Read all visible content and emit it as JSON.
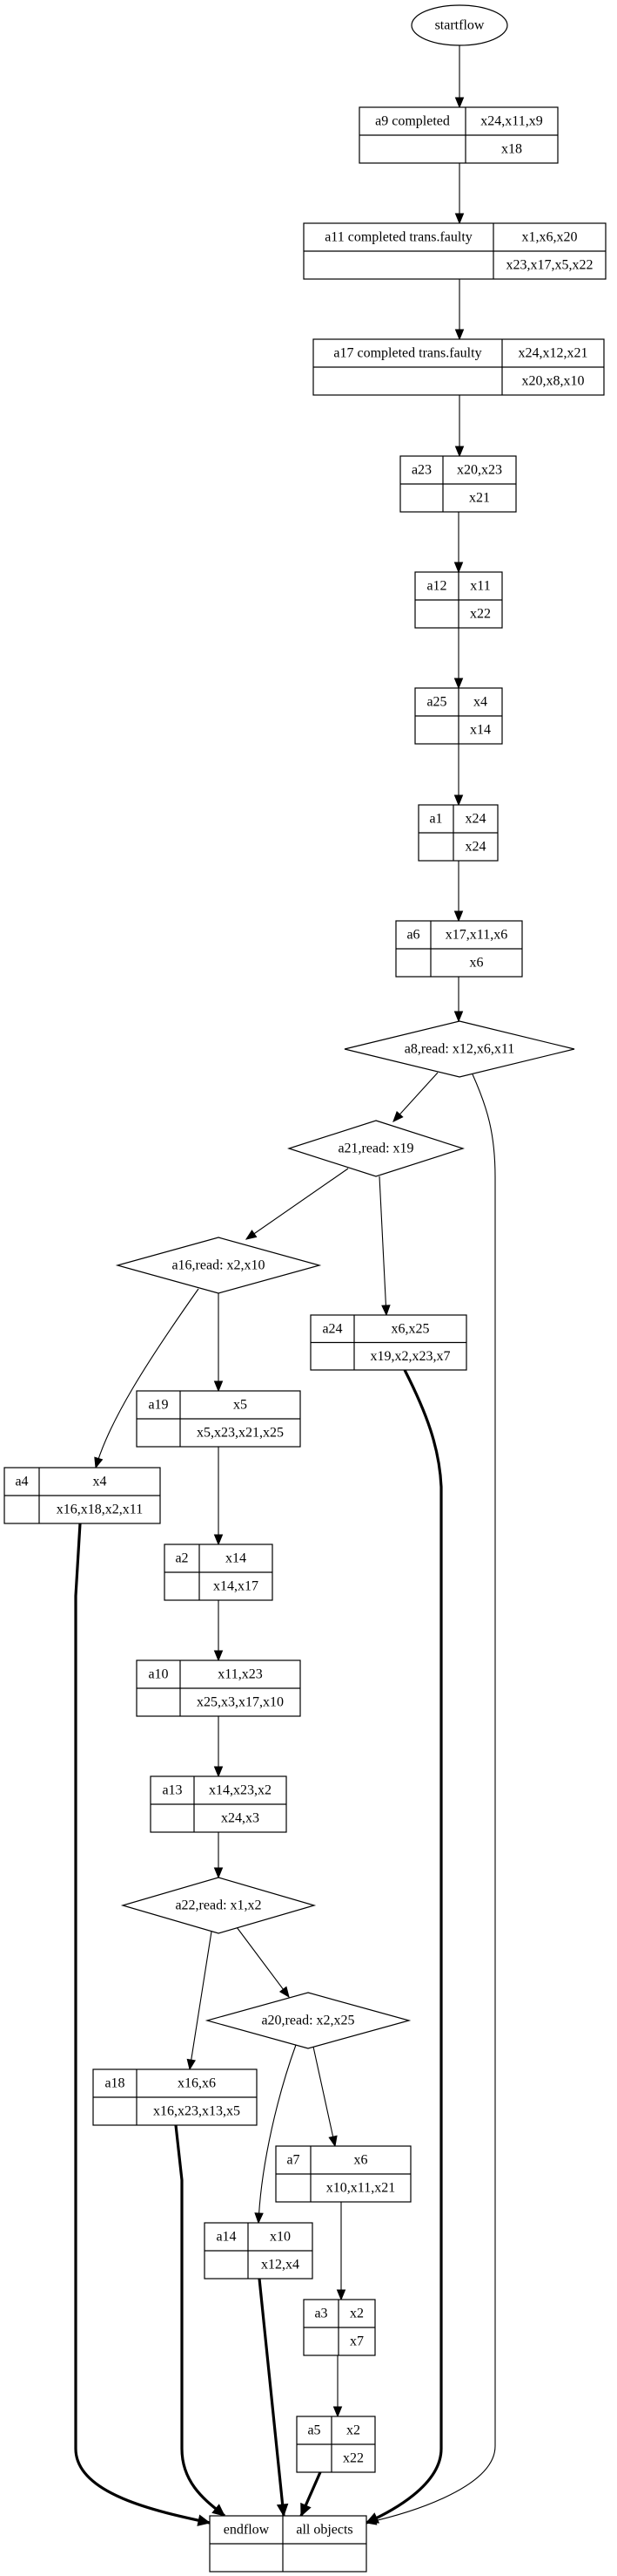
{
  "diagram": {
    "type": "flow graph",
    "start": {
      "id": "startflow",
      "label": "startflow",
      "shape": "ellipse"
    },
    "end": {
      "id": "endflow",
      "label": "endflow",
      "right_label": "all objects",
      "shape": "record"
    },
    "records": [
      {
        "id": "a9",
        "label": "a9 completed",
        "top": "x24,x11,x9",
        "bottom": "x18"
      },
      {
        "id": "a11",
        "label": "a11  completed trans.faulty",
        "top": "x1,x6,x20",
        "bottom": "x23,x17,x5,x22"
      },
      {
        "id": "a17",
        "label": "a17  completed trans.faulty",
        "top": "x24,x12,x21",
        "bottom": "x20,x8,x10"
      },
      {
        "id": "a23",
        "label": "a23",
        "top": "x20,x23",
        "bottom": "x21"
      },
      {
        "id": "a12",
        "label": "a12",
        "top": "x11",
        "bottom": "x22"
      },
      {
        "id": "a25",
        "label": "a25",
        "top": "x4",
        "bottom": "x14"
      },
      {
        "id": "a1",
        "label": "a1",
        "top": "x24",
        "bottom": "x24"
      },
      {
        "id": "a6",
        "label": "a6",
        "top": "x17,x11,x6",
        "bottom": "x6"
      },
      {
        "id": "a24",
        "label": "a24",
        "top": "x6,x25",
        "bottom": "x19,x2,x23,x7"
      },
      {
        "id": "a19",
        "label": "a19",
        "top": "x5",
        "bottom": "x5,x23,x21,x25"
      },
      {
        "id": "a4",
        "label": "a4",
        "top": "x4",
        "bottom": "x16,x18,x2,x11"
      },
      {
        "id": "a2",
        "label": "a2",
        "top": "x14",
        "bottom": "x14,x17"
      },
      {
        "id": "a10",
        "label": "a10",
        "top": "x11,x23",
        "bottom": "x25,x3,x17,x10"
      },
      {
        "id": "a13",
        "label": "a13",
        "top": "x14,x23,x2",
        "bottom": "x24,x3"
      },
      {
        "id": "a18",
        "label": "a18",
        "top": "x16,x6",
        "bottom": "x16,x23,x13,x5"
      },
      {
        "id": "a7",
        "label": "a7",
        "top": "x6",
        "bottom": "x10,x11,x21"
      },
      {
        "id": "a14",
        "label": "a14",
        "top": "x10",
        "bottom": "x12,x4"
      },
      {
        "id": "a3",
        "label": "a3",
        "top": "x2",
        "bottom": "x7"
      },
      {
        "id": "a5",
        "label": "a5",
        "top": "x2",
        "bottom": "x22"
      }
    ],
    "decisions": [
      {
        "id": "a8",
        "label": "a8,read: x12,x6,x11"
      },
      {
        "id": "a21",
        "label": "a21,read: x19"
      },
      {
        "id": "a16",
        "label": "a16,read: x2,x10"
      },
      {
        "id": "a22",
        "label": "a22,read: x1,x2"
      },
      {
        "id": "a20",
        "label": "a20,read: x2,x25"
      }
    ],
    "edges": [
      {
        "from": "startflow",
        "to": "a9",
        "style": "normal"
      },
      {
        "from": "a9",
        "to": "a11",
        "style": "normal"
      },
      {
        "from": "a11",
        "to": "a17",
        "style": "normal"
      },
      {
        "from": "a17",
        "to": "a23",
        "style": "normal"
      },
      {
        "from": "a23",
        "to": "a12",
        "style": "normal"
      },
      {
        "from": "a12",
        "to": "a25",
        "style": "normal"
      },
      {
        "from": "a25",
        "to": "a1",
        "style": "normal"
      },
      {
        "from": "a1",
        "to": "a6",
        "style": "normal"
      },
      {
        "from": "a6",
        "to": "a8",
        "style": "normal"
      },
      {
        "from": "a8",
        "to": "a21",
        "style": "thin"
      },
      {
        "from": "a8",
        "to": "endflow",
        "style": "thin"
      },
      {
        "from": "a21",
        "to": "a16",
        "style": "thin"
      },
      {
        "from": "a21",
        "to": "a24",
        "style": "thin"
      },
      {
        "from": "a16",
        "to": "a4",
        "style": "thin"
      },
      {
        "from": "a16",
        "to": "a19",
        "style": "normal"
      },
      {
        "from": "a19",
        "to": "a2",
        "style": "normal"
      },
      {
        "from": "a2",
        "to": "a10",
        "style": "normal"
      },
      {
        "from": "a10",
        "to": "a13",
        "style": "normal"
      },
      {
        "from": "a13",
        "to": "a22",
        "style": "normal"
      },
      {
        "from": "a22",
        "to": "a18",
        "style": "thin"
      },
      {
        "from": "a22",
        "to": "a20",
        "style": "thin"
      },
      {
        "from": "a20",
        "to": "a14",
        "style": "thin"
      },
      {
        "from": "a20",
        "to": "a7",
        "style": "thin"
      },
      {
        "from": "a7",
        "to": "a3",
        "style": "normal"
      },
      {
        "from": "a3",
        "to": "a5",
        "style": "normal"
      },
      {
        "from": "a4",
        "to": "endflow",
        "style": "bold"
      },
      {
        "from": "a18",
        "to": "endflow",
        "style": "bold"
      },
      {
        "from": "a14",
        "to": "endflow",
        "style": "bold"
      },
      {
        "from": "a5",
        "to": "endflow",
        "style": "bold"
      },
      {
        "from": "a24",
        "to": "endflow",
        "style": "bold"
      }
    ]
  }
}
